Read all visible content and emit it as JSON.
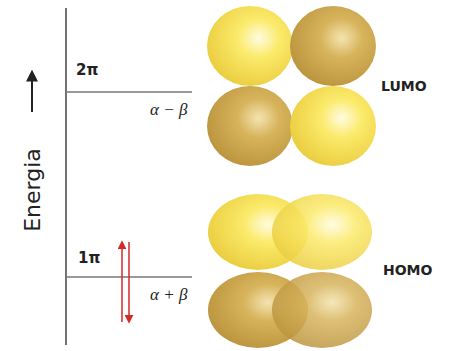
{
  "diagram": {
    "labels": [
      "Energia",
      "2π",
      "α − β",
      "LUMO",
      "1π",
      "α + β",
      "HOMO"
    ]
  }
}
